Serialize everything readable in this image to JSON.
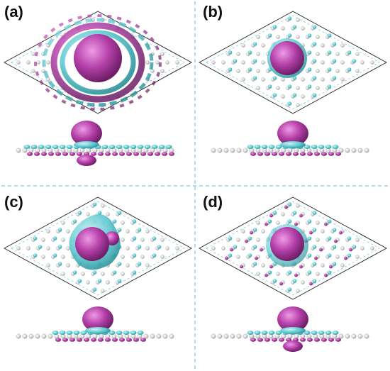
{
  "panels": [
    {
      "id": "a",
      "label": "(a)"
    },
    {
      "id": "b",
      "label": "(b)"
    },
    {
      "id": "c",
      "label": "(c)"
    },
    {
      "id": "d",
      "label": "(d)"
    }
  ],
  "colors": {
    "accumulation": "#b43fa8",
    "depletion": "#5cc8cf",
    "carbon_atom": "#d9d9d9",
    "cell_outline": "#222222",
    "divider": "#5fb9d6"
  }
}
